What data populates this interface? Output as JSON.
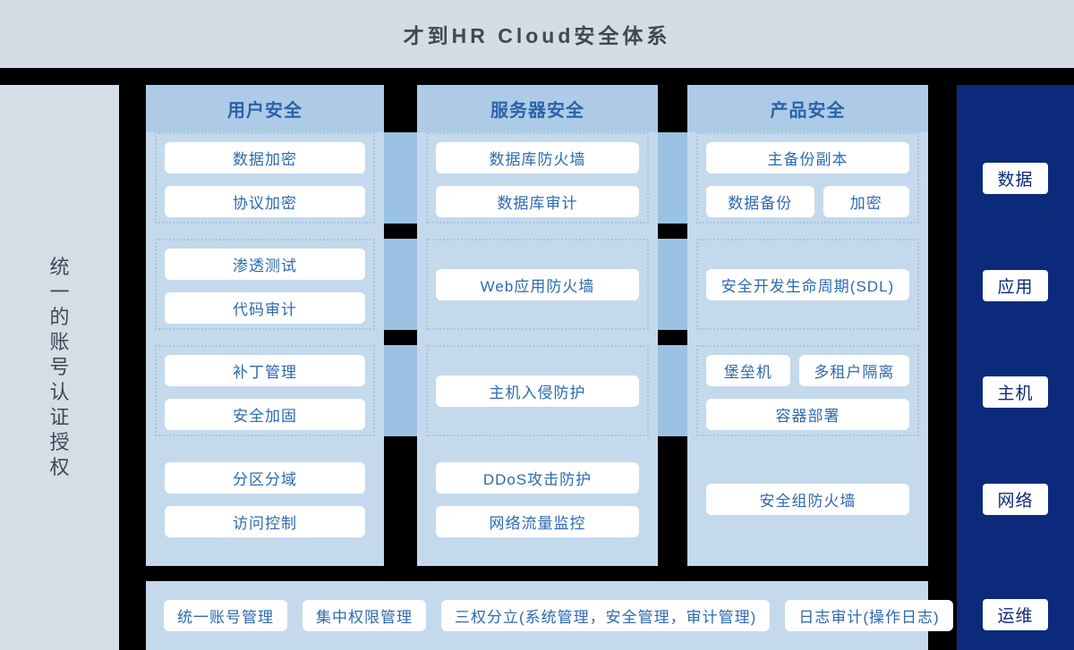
{
  "title": "才到HR Cloud安全体系",
  "left_sidebar": {
    "label": "统一的账号认证授权"
  },
  "columns": [
    {
      "id": "user-security",
      "header": "用户安全",
      "sections": [
        {
          "dashed": true,
          "align": "stack",
          "rows": [
            [
              "数据加密"
            ],
            [
              "协议加密"
            ]
          ]
        },
        {
          "dashed": true,
          "align": "stack",
          "rows": [
            [
              "渗透测试"
            ],
            [
              "代码审计"
            ]
          ]
        },
        {
          "dashed": true,
          "align": "stack",
          "rows": [
            [
              "补丁管理"
            ],
            [
              "安全加固"
            ]
          ]
        },
        {
          "dashed": false,
          "align": "stack",
          "rows": [
            [
              "分区分域"
            ],
            [
              "访问控制"
            ]
          ]
        }
      ]
    },
    {
      "id": "server-security",
      "header": "服务器安全",
      "sections": [
        {
          "dashed": true,
          "align": "stack",
          "rows": [
            [
              "数据库防火墙"
            ],
            [
              "数据库审计"
            ]
          ]
        },
        {
          "dashed": true,
          "align": "center",
          "rows": [
            [
              "Web应用防火墙"
            ]
          ]
        },
        {
          "dashed": true,
          "align": "center",
          "rows": [
            [
              "主机入侵防护"
            ]
          ]
        },
        {
          "dashed": false,
          "align": "stack",
          "rows": [
            [
              "DDoS攻击防护"
            ],
            [
              "网络流量监控"
            ]
          ]
        }
      ]
    },
    {
      "id": "product-security",
      "header": "产品安全",
      "sections": [
        {
          "dashed": true,
          "align": "stack",
          "rows": [
            [
              "主备份副本"
            ],
            [
              "数据备份",
              "加密"
            ]
          ]
        },
        {
          "dashed": true,
          "align": "center",
          "rows": [
            [
              "安全开发生命周期(SDL)"
            ]
          ]
        },
        {
          "dashed": true,
          "align": "stack",
          "rows": [
            [
              "堡垒机",
              "多租户隔离"
            ],
            [
              "容器部署"
            ]
          ]
        },
        {
          "dashed": false,
          "align": "center",
          "rows": [
            [
              "安全组防火墙"
            ]
          ]
        }
      ]
    }
  ],
  "right_sidebar": {
    "items": [
      "数据",
      "应用",
      "主机",
      "网络",
      "运维"
    ]
  },
  "bottom_bar": {
    "items": [
      "统一账号管理",
      "集中权限管理",
      "三权分立(系统管理，安全管理，审计管理)",
      "日志审计(操作日志)"
    ]
  },
  "colors": {
    "page_background": "#000000",
    "titlebar_background": "#d6dce3",
    "title_text": "#3e4954",
    "left_sidebar_background": "#d5dde6",
    "panel_header_background": "#adcbe7",
    "panel_body_background": "#c5d9ec",
    "connector": "#9bc2e3",
    "dashed_border": "#a5c4e0",
    "block_background": "#ffffff",
    "block_text": "#2d6ab1",
    "navy_sidebar_background": "#0b2a7b"
  }
}
